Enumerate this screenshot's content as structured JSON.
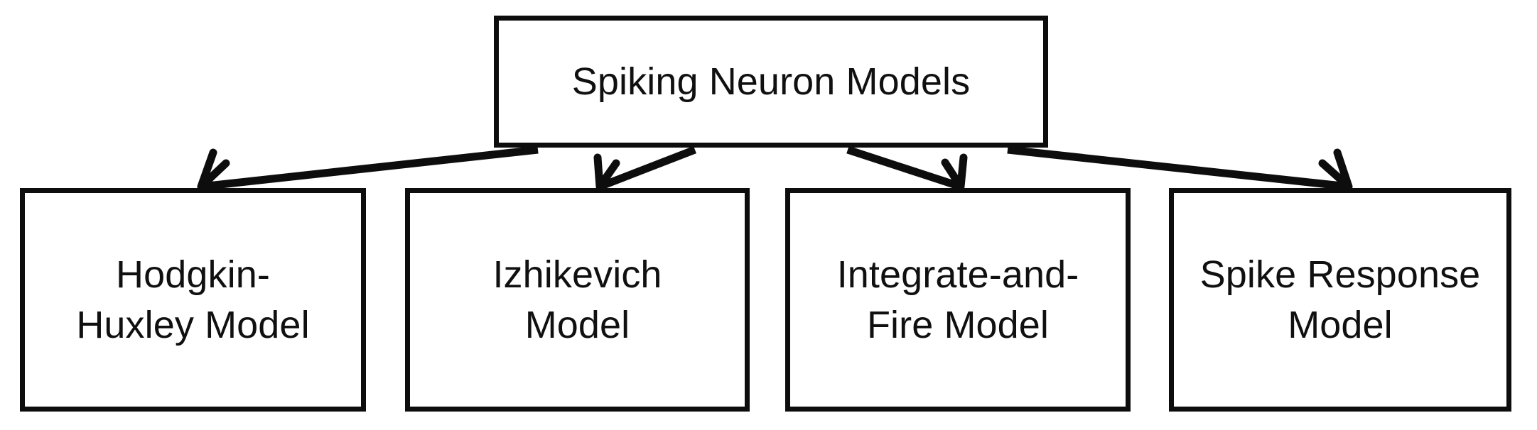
{
  "diagram": {
    "title": "Spiking Neuron Models",
    "type": "hierarchy-tree",
    "orientation": "top-down",
    "background_color": "#ffffff",
    "stroke_color": "#0d0d0d",
    "text_color": "#101010",
    "root": {
      "id": "root",
      "label": "Spiking Neuron Models"
    },
    "children": [
      {
        "id": "hodgkin-huxley",
        "label": "Hodgkin-\nHuxley Model",
        "line_1": "Hodgkin-",
        "line_2": "Huxley Model"
      },
      {
        "id": "izhikevich",
        "label": "Izhikevich\nModel",
        "line_1": "Izhikevich",
        "line_2": "Model"
      },
      {
        "id": "integrate-and-fire",
        "label": "Integrate-and-\nFire Model",
        "line_1": "Integrate-and-",
        "line_2": "Fire Model"
      },
      {
        "id": "spike-response",
        "label": "Spike Response\nModel",
        "line_1": "Spike Response",
        "line_2": "Model"
      }
    ],
    "edges": [
      {
        "from": "root",
        "to": "hodgkin-huxley",
        "arrow": "open-barb"
      },
      {
        "from": "root",
        "to": "izhikevich",
        "arrow": "open-barb"
      },
      {
        "from": "root",
        "to": "integrate-and-fire",
        "arrow": "open-barb"
      },
      {
        "from": "root",
        "to": "spike-response",
        "arrow": "open-barb"
      }
    ]
  }
}
